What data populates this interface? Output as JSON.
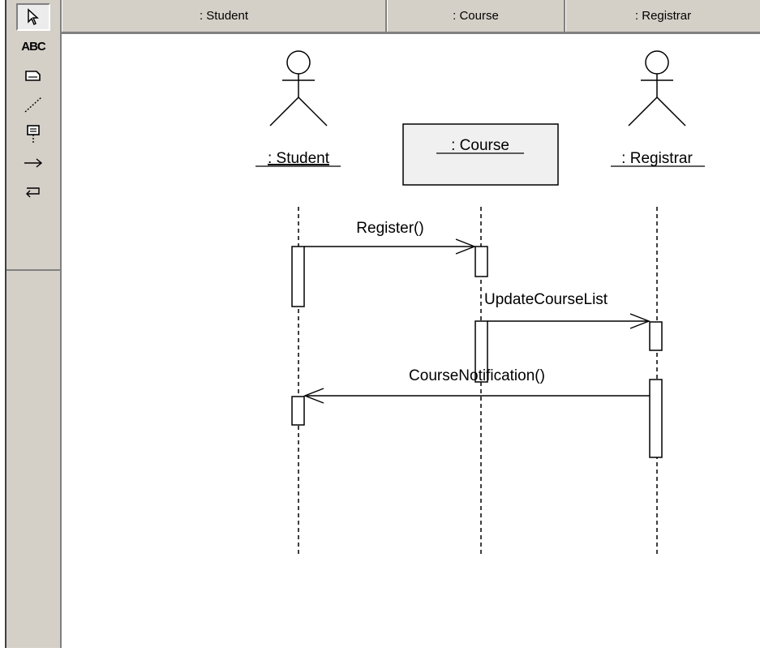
{
  "toolbox": {
    "tools": [
      {
        "icon": "cursor-icon"
      },
      {
        "icon": "text-icon",
        "label": "ABC"
      },
      {
        "icon": "note-icon"
      },
      {
        "icon": "anchor-line-icon"
      },
      {
        "icon": "object-icon"
      },
      {
        "icon": "message-arrow-icon"
      },
      {
        "icon": "return-message-icon"
      }
    ]
  },
  "header": {
    "columns": [
      ": Student",
      ": Course",
      ": Registrar"
    ]
  },
  "diagram": {
    "lifelines": [
      {
        "label": ": Student",
        "kind": "actor"
      },
      {
        "label": ": Course",
        "kind": "object"
      },
      {
        "label": ": Registrar",
        "kind": "actor"
      }
    ],
    "messages": [
      {
        "label": "Register()"
      },
      {
        "label": "UpdateCourseList"
      },
      {
        "label": "CourseNotification()"
      }
    ]
  }
}
